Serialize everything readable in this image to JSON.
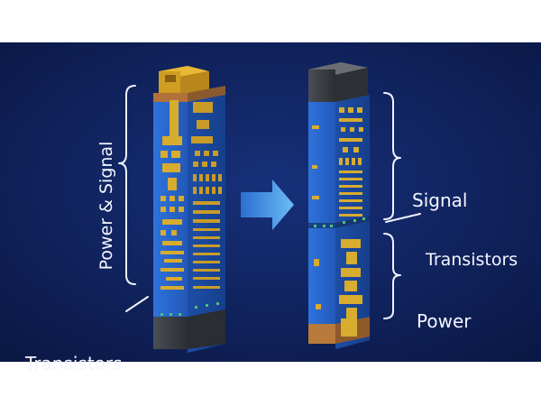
{
  "labels": {
    "power_signal": "Power & Signal",
    "transistors_left": "Transistors",
    "signal": "Signal",
    "transistors_right": "Transistors",
    "power": "Power"
  },
  "colors": {
    "background": "#0b1a4d",
    "pillar_blue": "#2e6fd6",
    "copper_gold": "#d8ac2e",
    "transistor_dark": "#3a3d42",
    "arrow": "#4aa0ef",
    "label_text": "#f4f6ff"
  },
  "icons": {
    "arrow": "right-arrow-icon"
  }
}
